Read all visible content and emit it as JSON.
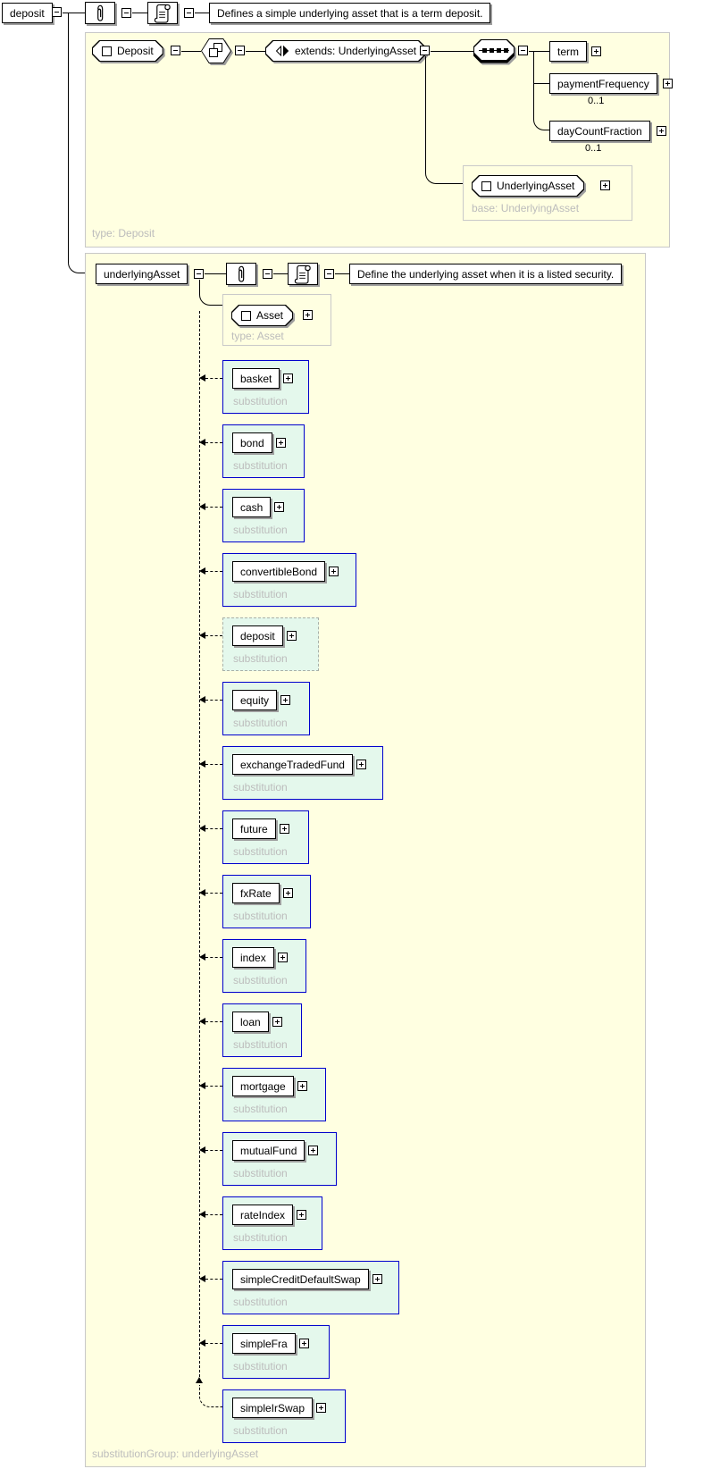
{
  "root": {
    "label": "deposit",
    "annotation": "Defines a simple underlying asset that is a term deposit."
  },
  "deposit_type": {
    "caption": "type: Deposit",
    "header": "Deposit",
    "extension": "extends: UnderlyingAsset",
    "elements": [
      {
        "label": "term",
        "occurs": ""
      },
      {
        "label": "paymentFrequency",
        "occurs": "0..1"
      },
      {
        "label": "dayCountFraction",
        "occurs": "0..1"
      }
    ],
    "base": {
      "header": "UnderlyingAsset",
      "caption": "base: UnderlyingAsset"
    }
  },
  "substitution_group": {
    "caption": "substitutionGroup: underlyingAsset",
    "head": {
      "label": "underlyingAsset",
      "annotation": "Define the underlying asset when it is a listed security."
    },
    "type": {
      "header": "Asset",
      "caption": "type: Asset"
    },
    "member_caption": "substitution",
    "members": [
      {
        "label": "basket"
      },
      {
        "label": "bond"
      },
      {
        "label": "cash"
      },
      {
        "label": "convertibleBond"
      },
      {
        "label": "deposit",
        "current": true
      },
      {
        "label": "equity"
      },
      {
        "label": "exchangeTradedFund"
      },
      {
        "label": "future"
      },
      {
        "label": "fxRate"
      },
      {
        "label": "index"
      },
      {
        "label": "loan"
      },
      {
        "label": "mortgage"
      },
      {
        "label": "mutualFund"
      },
      {
        "label": "rateIndex"
      },
      {
        "label": "simpleCreditDefaultSwap"
      },
      {
        "label": "simpleFra"
      },
      {
        "label": "simpleIrSwap"
      }
    ]
  },
  "icons": {
    "paperclip": "annotation-attachment",
    "scroll": "documentation-text",
    "square": "complex-type-indicator",
    "hexagon_squares": "complex-content-model",
    "extension_arrows": "extension-indicator",
    "sequence_dots": "sequence-compositor",
    "collapse": "collapse-minus",
    "expand": "expand-plus"
  },
  "colors": {
    "panel_yellow": "#ffffe1",
    "substitution_green": "#e4f8ec",
    "substitution_border_blue": "#0000cd",
    "caption_gray": "#bcbcbc"
  }
}
